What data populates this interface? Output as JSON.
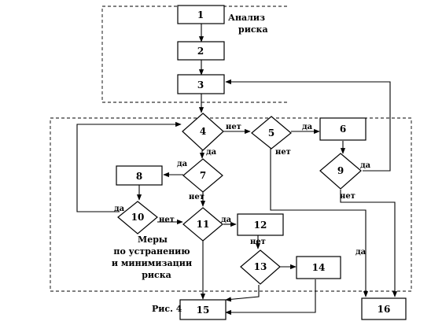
{
  "blocks": {
    "b1": "1",
    "b2": "2",
    "b3": "3",
    "b4": "4",
    "b5": "5",
    "b6": "6",
    "b7": "7",
    "b8": "8",
    "b9": "9",
    "b10": "10",
    "b11": "11",
    "b12": "12",
    "b13": "13",
    "b14": "14",
    "b15": "15",
    "b16": "16"
  },
  "region_risk_analysis": [
    "Анализ",
    "риска"
  ],
  "region_measures": [
    "Меры",
    "по устранению",
    "и минимизации",
    "риска"
  ],
  "edge_labels": {
    "yes": "да",
    "no": "нет"
  },
  "caption": "Рис. 4"
}
